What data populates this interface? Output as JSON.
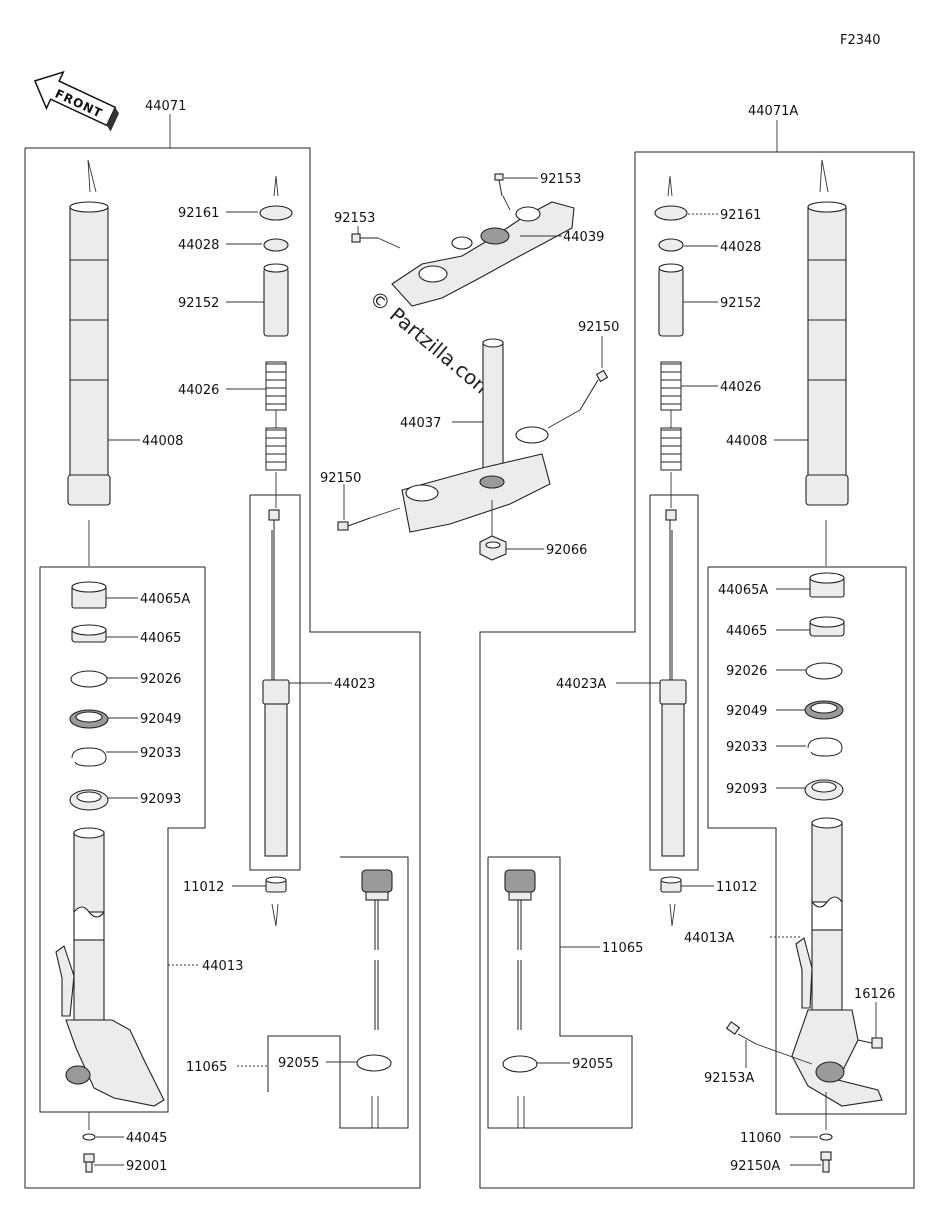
{
  "figure_code": "F2340",
  "front_label": "FRONT",
  "watermark": "© Partzilla.com",
  "icons": {
    "front": "front-arrow-icon"
  },
  "assemblies": {
    "left": "44071",
    "right": "44071A"
  },
  "labels": {
    "l_44008": "44008",
    "l_92161": "92161",
    "l_44028": "44028",
    "l_92152": "92152",
    "l_44026": "44026",
    "l_44023": "44023",
    "l_44065A": "44065A",
    "l_44065": "44065",
    "l_92026": "92026",
    "l_92049": "92049",
    "l_92033": "92033",
    "l_92093": "92093",
    "l_11012": "11012",
    "l_44013": "44013",
    "l_11065": "11065",
    "l_92055": "92055",
    "l_44045": "44045",
    "l_92001": "92001",
    "c_92153a": "92153",
    "c_92153b": "92153",
    "c_44039": "44039",
    "c_92150a": "92150",
    "c_44037": "44037",
    "c_92150b": "92150",
    "c_92066": "92066",
    "r_92161": "92161",
    "r_44028": "44028",
    "r_92152": "92152",
    "r_44026": "44026",
    "r_44008": "44008",
    "r_44023A": "44023A",
    "r_44065A": "44065A",
    "r_44065": "44065",
    "r_92026": "92026",
    "r_92049": "92049",
    "r_92033": "92033",
    "r_92093": "92093",
    "r_11012": "11012",
    "r_11065": "11065",
    "r_44013A": "44013A",
    "r_16126": "16126",
    "r_92055": "92055",
    "r_92153A": "92153A",
    "r_11060": "11060",
    "r_92150A": "92150A"
  }
}
